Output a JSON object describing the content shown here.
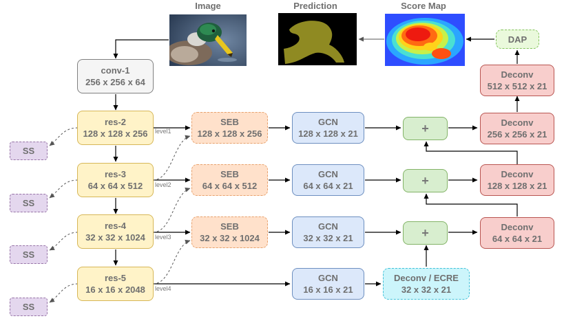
{
  "headers": {
    "image": "Image",
    "prediction": "Prediction",
    "score_map": "Score Map"
  },
  "encoder": {
    "conv1": {
      "name": "conv-1",
      "size": "256 x 256 x 64"
    },
    "res2": {
      "name": "res-2",
      "size": "128 x 128 x 256"
    },
    "res3": {
      "name": "res-3",
      "size": "64 x 64 x 512"
    },
    "res4": {
      "name": "res-4",
      "size": "32 x 32 x 1024"
    },
    "res5": {
      "name": "res-5",
      "size": "16 x 16 x 2048"
    }
  },
  "levels": [
    "level1",
    "level2",
    "level3",
    "level4"
  ],
  "ss_label": "SS",
  "seb": [
    {
      "name": "SEB",
      "size": "128 x 128 x 256"
    },
    {
      "name": "SEB",
      "size": "64 x 64 x 512"
    },
    {
      "name": "SEB",
      "size": "32 x 32 x 1024"
    }
  ],
  "gcn": [
    {
      "name": "GCN",
      "size": "128 x 128 x 21"
    },
    {
      "name": "GCN",
      "size": "64 x 64 x 21"
    },
    {
      "name": "GCN",
      "size": "32 x 32 x 21"
    },
    {
      "name": "GCN",
      "size": "16 x 16 x 21"
    }
  ],
  "plus_symbol": "+",
  "ecre": {
    "name": "Deconv / ECRE",
    "size": "32 x 32 x 21"
  },
  "deconv": [
    {
      "name": "Deconv",
      "size": "64 x 64 x 21"
    },
    {
      "name": "Deconv",
      "size": "128 x 128 x 21"
    },
    {
      "name": "Deconv",
      "size": "256 x 256 x 21"
    },
    {
      "name": "Deconv",
      "size": "512 x 512 x 21"
    }
  ],
  "dap_label": "DAP",
  "colors": {
    "encoder_fill": "#fff3c8",
    "seb_fill": "#ffe1cb",
    "gcn_fill": "#dce8fa",
    "sum_fill": "#d8eecf",
    "deconv_fill": "#f8cecc",
    "ss_fill": "#e4d7ee",
    "dap_fill": "#eaf9dc",
    "ecre_fill": "#ccf5fb"
  }
}
